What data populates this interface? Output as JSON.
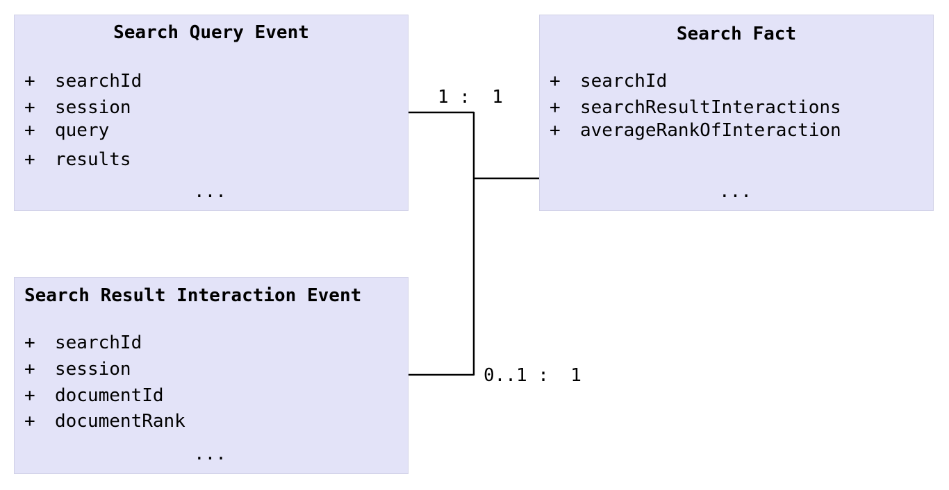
{
  "entities": {
    "search_query_event": {
      "title": "Search Query Event",
      "attributes": [
        {
          "marker": "+",
          "name": "searchId"
        },
        {
          "marker": "+",
          "name": "session"
        },
        {
          "marker": "+",
          "name": "query"
        },
        {
          "marker": "+",
          "name": "results"
        }
      ],
      "ellipsis": "..."
    },
    "search_fact": {
      "title": "Search Fact",
      "attributes": [
        {
          "marker": "+",
          "name": "searchId"
        },
        {
          "marker": "+",
          "name": "searchResultInteractions"
        },
        {
          "marker": "+",
          "name": "averageRankOfInteraction"
        }
      ],
      "ellipsis": "..."
    },
    "search_result_interaction_event": {
      "title": "Search Result Interaction Event",
      "attributes": [
        {
          "marker": "+",
          "name": "searchId"
        },
        {
          "marker": "+",
          "name": "session"
        },
        {
          "marker": "+",
          "name": "documentId"
        },
        {
          "marker": "+",
          "name": "documentRank"
        }
      ],
      "ellipsis": "..."
    }
  },
  "relationships": {
    "query_to_fact": "1 :  1",
    "interaction_to_fact": "0..1 :  1"
  },
  "colors": {
    "entity_fill": "#e3e3f8",
    "entity_border": "#d0d0e6",
    "line": "#000000"
  }
}
